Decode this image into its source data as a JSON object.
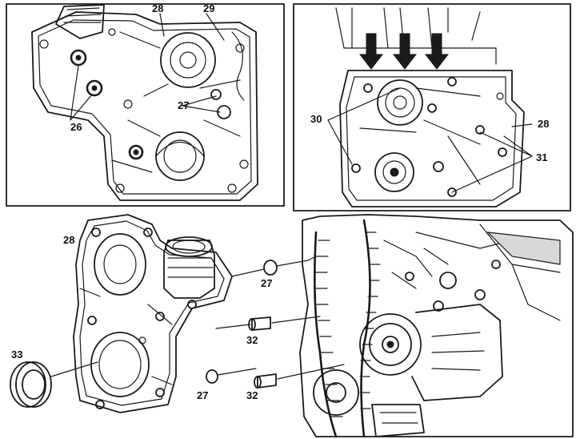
{
  "callouts": {
    "c26": "26",
    "c27_top": "27",
    "c28_top_left": "28",
    "c29": "29",
    "c30": "30",
    "c28_top_right": "28",
    "c31": "31",
    "c28_cover": "28",
    "c27_mid": "27",
    "c32_mid": "32",
    "c33": "33",
    "c27_low": "27",
    "c32_low": "32"
  },
  "colors": {
    "ink": "#1a1a1a",
    "background": "#ffffff"
  }
}
